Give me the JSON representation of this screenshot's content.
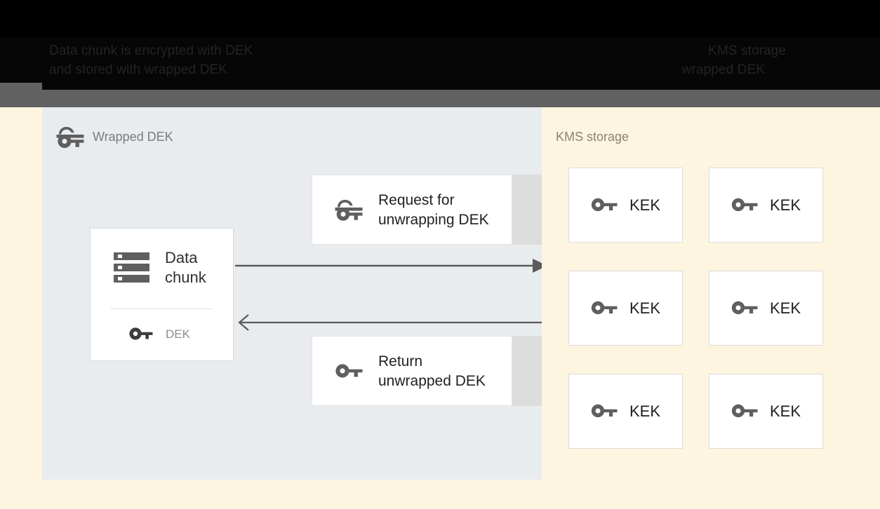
{
  "header": {
    "caption_left_line1": "Data chunk is encrypted with DEK",
    "caption_left_line2": "and stored with wrapped DEK",
    "caption_right_line1": "KMS storage",
    "caption_right_line2": "wrapped DEK"
  },
  "left_panel": {
    "title": "Wrapped DEK",
    "title_icon": "wrapped-key-icon",
    "background_color": "#e8ecef",
    "data_chunk_card": {
      "icon": "storage-icon",
      "label": "Data\nchunk",
      "key_icon": "key-icon",
      "key_label": "DEK"
    },
    "messages": [
      {
        "icon": "wrapped-key-icon",
        "label": "Request for\nunwrapping DEK"
      },
      {
        "icon": "key-icon",
        "label": "Return\nunwrapped DEK"
      }
    ],
    "arrows": [
      {
        "name": "arrow-request",
        "direction": "right",
        "head": "filled"
      },
      {
        "name": "arrow-return",
        "direction": "left",
        "head": "open"
      }
    ]
  },
  "right_panel": {
    "title": "KMS storage",
    "background_color": "#fdf5df",
    "keys": [
      {
        "icon": "key-icon",
        "label": "KEK"
      },
      {
        "icon": "key-icon",
        "label": "KEK"
      },
      {
        "icon": "key-icon",
        "label": "KEK"
      },
      {
        "icon": "key-icon",
        "label": "KEK"
      },
      {
        "icon": "key-icon",
        "label": "KEK"
      },
      {
        "icon": "key-icon",
        "label": "KEK"
      }
    ]
  },
  "colors": {
    "panel_left": "#e8ecef",
    "panel_right": "#fdf5df",
    "icon_gray": "#5f5f5f",
    "arrow_gray": "#5a5a5a",
    "card_white": "#ffffff",
    "card_tail": "#dddddd",
    "header_black": "#000000",
    "header_gray": "#616161"
  }
}
